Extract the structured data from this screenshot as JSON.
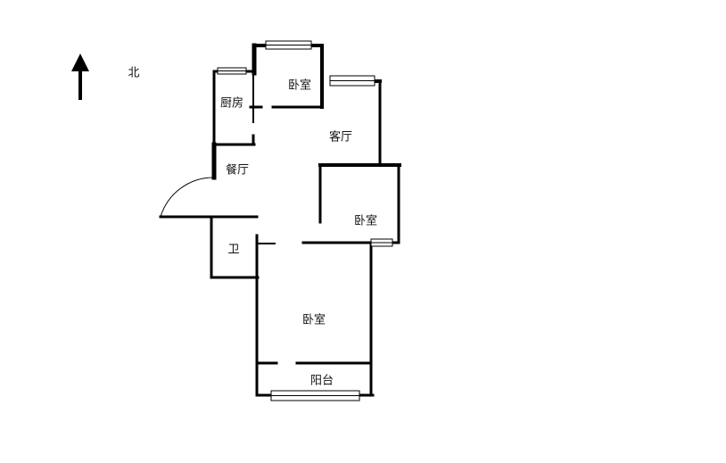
{
  "compass": {
    "label": "北"
  },
  "rooms": {
    "kitchen": "厨房",
    "bedroom_north": "卧室",
    "living_room": "客厅",
    "dining_room": "餐厅",
    "bedroom_east": "卧室",
    "bathroom": "卫",
    "bedroom_master": "卧室",
    "balcony": "阳台"
  },
  "colors": {
    "wall": "#000000",
    "window_fill": "#ffffff"
  }
}
